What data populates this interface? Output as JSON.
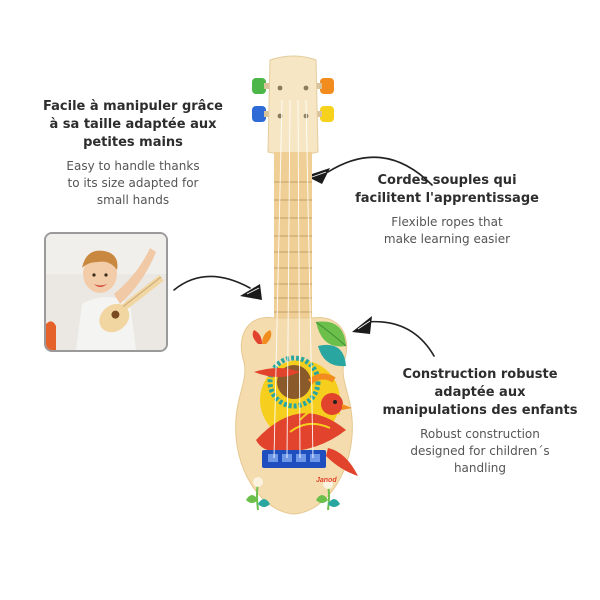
{
  "features": [
    {
      "fr": [
        "Facile à manipuler grâce",
        "à sa taille adaptée aux",
        "petites mains"
      ],
      "en": [
        "Easy to handle thanks",
        "to its size adapted for",
        "small hands"
      ]
    },
    {
      "fr": [
        "Cordes souples qui",
        "facilitent l'apprentissage"
      ],
      "en": [
        "Flexible ropes that",
        "make learning easier"
      ]
    },
    {
      "fr": [
        "Construction robuste",
        "adaptée aux",
        "manipulations des enfants"
      ],
      "en": [
        "Robust construction",
        "designed for children´s",
        "handling"
      ]
    }
  ],
  "brand": "Janod",
  "colors": {
    "wood": "#f4dcae",
    "fretboard": "#f0cf96",
    "peg_green": "#4cb648",
    "peg_orange": "#f28c1e",
    "peg_blue": "#2f6bd6",
    "peg_yellow": "#f6d21c",
    "bridge_blue": "#1f4fbf",
    "bird_red": "#e1432c",
    "sun_yellow": "#f6cf1e",
    "leaf_green": "#6bbf4a",
    "teal": "#2aa6a0"
  },
  "icons": [
    "guitar-pick-icon",
    "ukulele-illustration",
    "child-photo"
  ]
}
